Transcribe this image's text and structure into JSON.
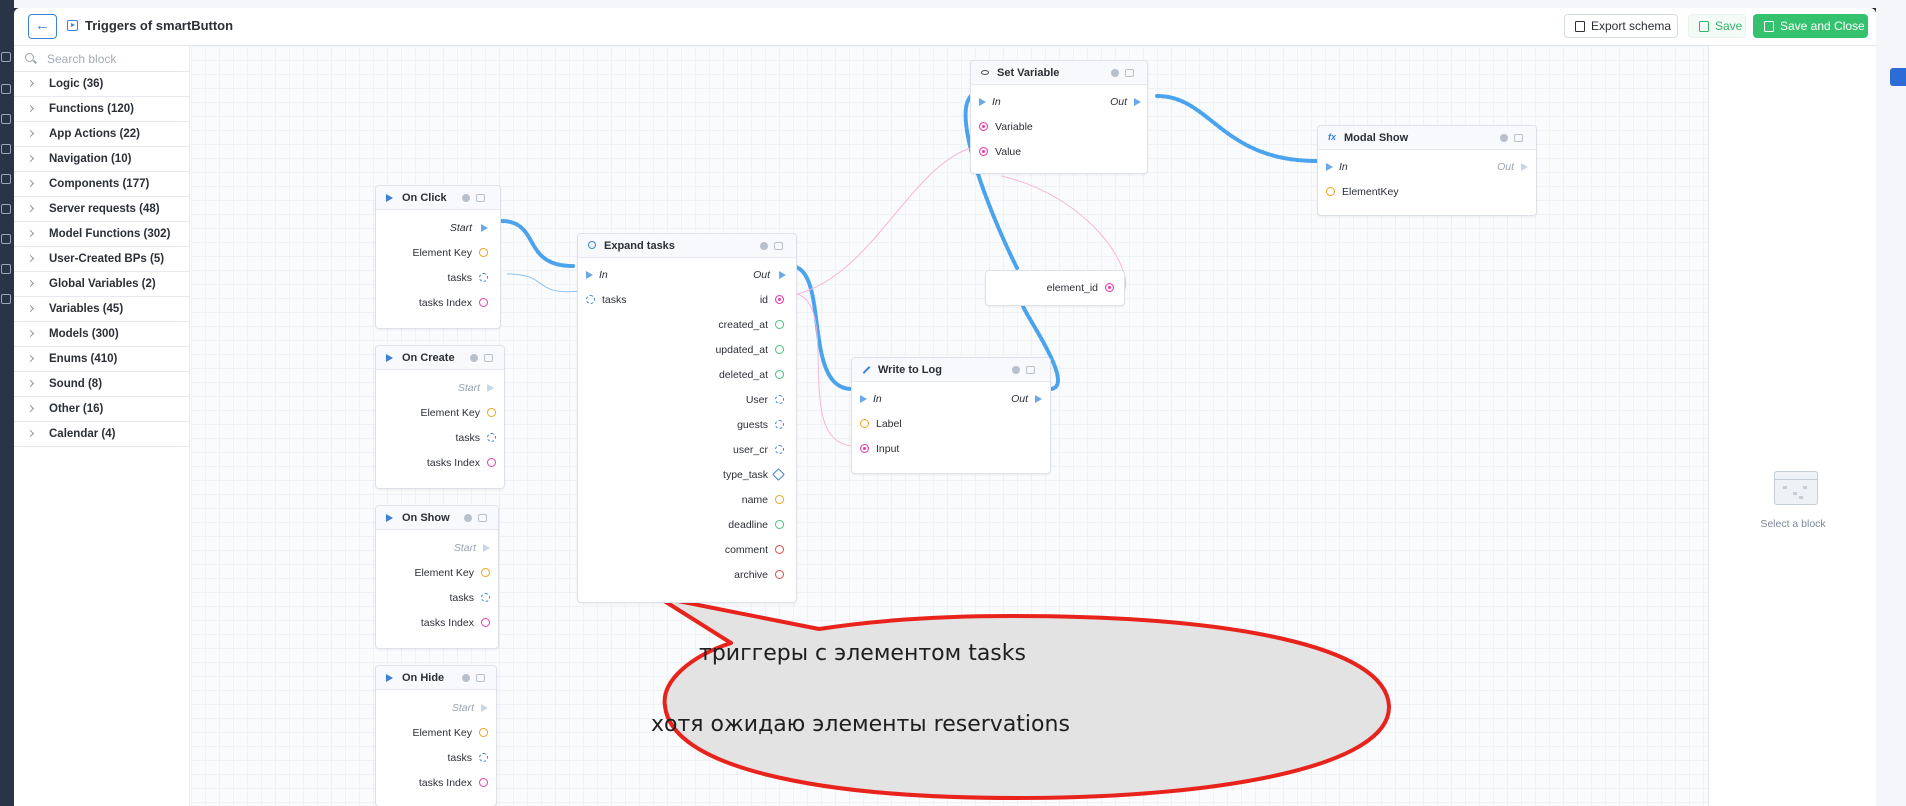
{
  "header": {
    "back_glyph": "←",
    "title": "Triggers of smartButton",
    "export_label": "Export schema",
    "save_label": "Save",
    "save_close_label": "Save and Close"
  },
  "sidebar": {
    "search_placeholder": "Search block",
    "categories": [
      "Logic (36)",
      "Functions (120)",
      "App Actions (22)",
      "Navigation (10)",
      "Components (177)",
      "Server requests (48)",
      "Model Functions (302)",
      "User-Created BPs (5)",
      "Global Variables (2)",
      "Variables (45)",
      "Models (300)",
      "Enums (410)",
      "Sound (8)",
      "Other (16)",
      "Calendar (4)"
    ]
  },
  "right_panel": {
    "hint": "Select a block"
  },
  "nodes": {
    "on_click": {
      "title": "On Click",
      "start": "Start",
      "element_key": "Element Key",
      "tasks": "tasks",
      "tasks_index": "tasks Index"
    },
    "on_create": {
      "title": "On Create",
      "start": "Start",
      "element_key": "Element Key",
      "tasks": "tasks",
      "tasks_index": "tasks Index"
    },
    "on_show": {
      "title": "On Show",
      "start": "Start",
      "element_key": "Element Key",
      "tasks": "tasks",
      "tasks_index": "tasks Index"
    },
    "on_hide": {
      "title": "On Hide",
      "start": "Start",
      "element_key": "Element Key",
      "tasks": "tasks",
      "tasks_index": "tasks Index"
    },
    "expand_tasks": {
      "title": "Expand tasks",
      "in": "In",
      "out": "Out",
      "tasks": "tasks",
      "outputs": [
        "id",
        "created_at",
        "updated_at",
        "deleted_at",
        "User",
        "guests",
        "user_cr",
        "type_task",
        "name",
        "deadline",
        "comment",
        "archive"
      ]
    },
    "write_to_log": {
      "title": "Write to Log",
      "in": "In",
      "out": "Out",
      "label": "Label",
      "input": "Input"
    },
    "set_variable": {
      "title": "Set Variable",
      "in": "In",
      "out": "Out",
      "variable": "Variable",
      "value": "Value"
    },
    "modal_show": {
      "title": "Modal Show",
      "in": "In",
      "out": "Out",
      "element_key": "ElementKey"
    },
    "element_id": {
      "label": "element_id"
    }
  },
  "annotation": {
    "line1": "триггеры с элементом tasks",
    "line2": "хотя ожидаю элементы reservations"
  },
  "colors": {
    "accent": "#3b82d6",
    "save_green": "#35c26f",
    "annotation_red": "#e8231c",
    "annotation_fill": "#e3e3e3"
  }
}
